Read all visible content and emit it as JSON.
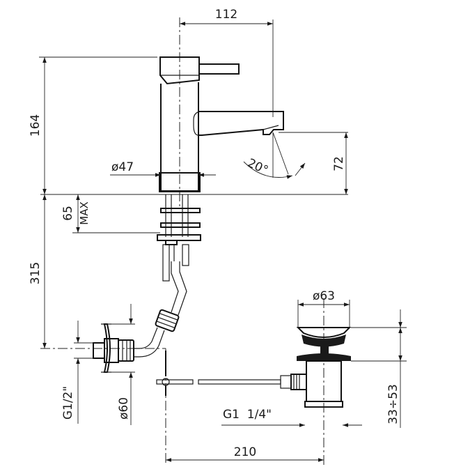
{
  "dimensions": {
    "top_offset": "112",
    "overall_height": "164",
    "spout_height": "72",
    "body_diameter": "ø47",
    "spout_angle": "20°",
    "max_deck": "65",
    "max_label": "MAX",
    "hose_length": "315",
    "inlet_thread": "G1/2\"",
    "flange_diameter": "ø60",
    "waste_diameter": "ø63",
    "waste_range": "33÷53",
    "waste_thread": "G1  1/4\"",
    "rod_length": "210"
  }
}
